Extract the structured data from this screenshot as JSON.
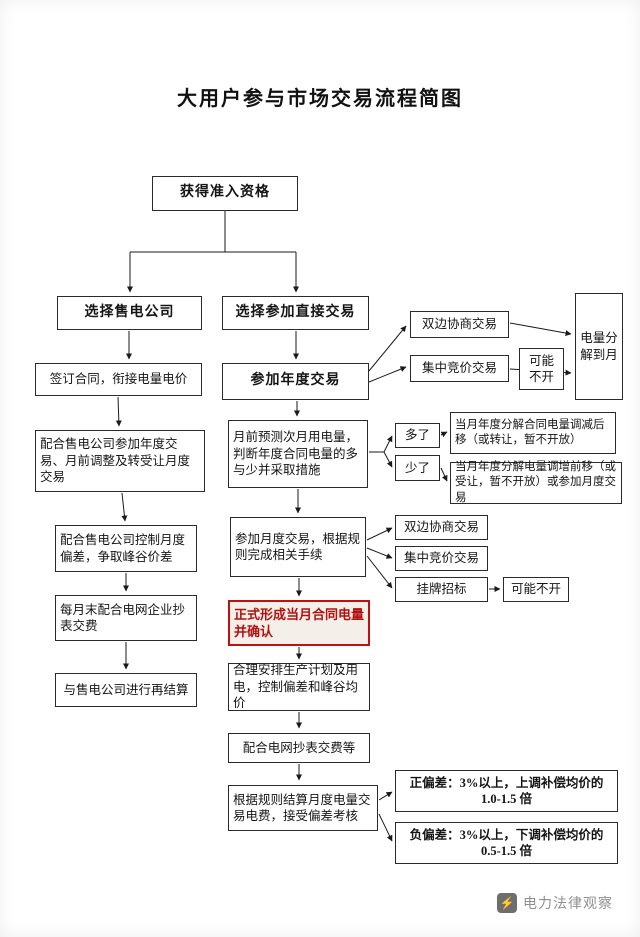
{
  "page": {
    "title": "大用户参与市场交易流程简图"
  },
  "nodes": {
    "qualification": "获得准入资格",
    "choose_seller": "选择售电公司",
    "choose_direct": "选择参加直接交易",
    "sign_contract": "签订合同，衔接电量电价",
    "annual_trade": "参加年度交易",
    "bilateral1": "双边协商交易",
    "bidding1": "集中竞价交易",
    "maybe_closed1": "可能不开",
    "monthly_split": "电量分解到月",
    "coop_annual": "配合售电公司参加年度交易、月前调整及转受让月度交易",
    "forecast": "月前预测次月用电量，判断年度合同电量的多与少并采取措施",
    "more": "多了",
    "less": "少了",
    "reduce": "当月年度分解合同电量调减后移（或转让，暂不开放）",
    "increase": "当月年度分解电量调增前移（或受让，暂不开放）或参加月度交易",
    "monthly_trade": "参加月度交易，根据规则完成相关手续",
    "bilateral2": "双边协商交易",
    "bidding2": "集中竞价交易",
    "listing": "挂牌招标",
    "maybe_closed2": "可能不开",
    "confirm": "正式形成当月合同电量并确认",
    "arrange": "合理安排生产计划及用电，控制偏差和峰谷均价",
    "meter_pay": "配合电网抄表交费等",
    "settle": "根据规则结算月度电量交易电费，接受偏差考核",
    "positive": "正偏差：3%以上，上调补偿均价的 1.0-1.5 倍",
    "negative": "负偏差：3%以上，下调补偿均价的 0.5-1.5 倍",
    "control_dev": "配合售电公司控制月度偏差，争取峰谷价差",
    "month_end_meter": "每月末配合电网企业抄表交费",
    "resettle": "与售电公司进行再结算"
  },
  "footer": {
    "brand": "电力法律观察",
    "logo_glyph": "⚡"
  },
  "colors": {
    "line": "#1a1a1a",
    "highlight_border": "#c01010",
    "highlight_text": "#b40f0f"
  }
}
